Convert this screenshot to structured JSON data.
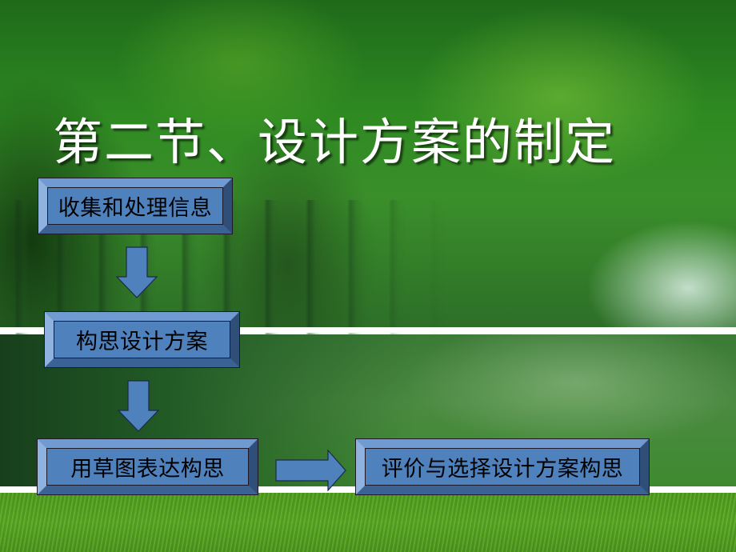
{
  "slide": {
    "title": "第二节、设计方案的制定",
    "colors": {
      "box_fill": "#4f81bd",
      "box_bevel_light": "#8fb2de",
      "box_bevel_dark": "#2f4f78",
      "box_border": "#1a1a2a",
      "arrow_fill": "#4f81bd",
      "title_text": "#ffffff",
      "box_text": "#000000",
      "rule": "#ffffff"
    },
    "flow": {
      "steps": [
        {
          "label": "收集和处理信息"
        },
        {
          "label": "构思设计方案"
        },
        {
          "label": "用草图表达构思"
        },
        {
          "label": "评价与选择设计方案构思"
        }
      ],
      "arrows": [
        {
          "direction": "down",
          "icon": "arrow-down-icon"
        },
        {
          "direction": "down",
          "icon": "arrow-down-icon"
        },
        {
          "direction": "right",
          "icon": "arrow-right-icon"
        }
      ]
    }
  }
}
